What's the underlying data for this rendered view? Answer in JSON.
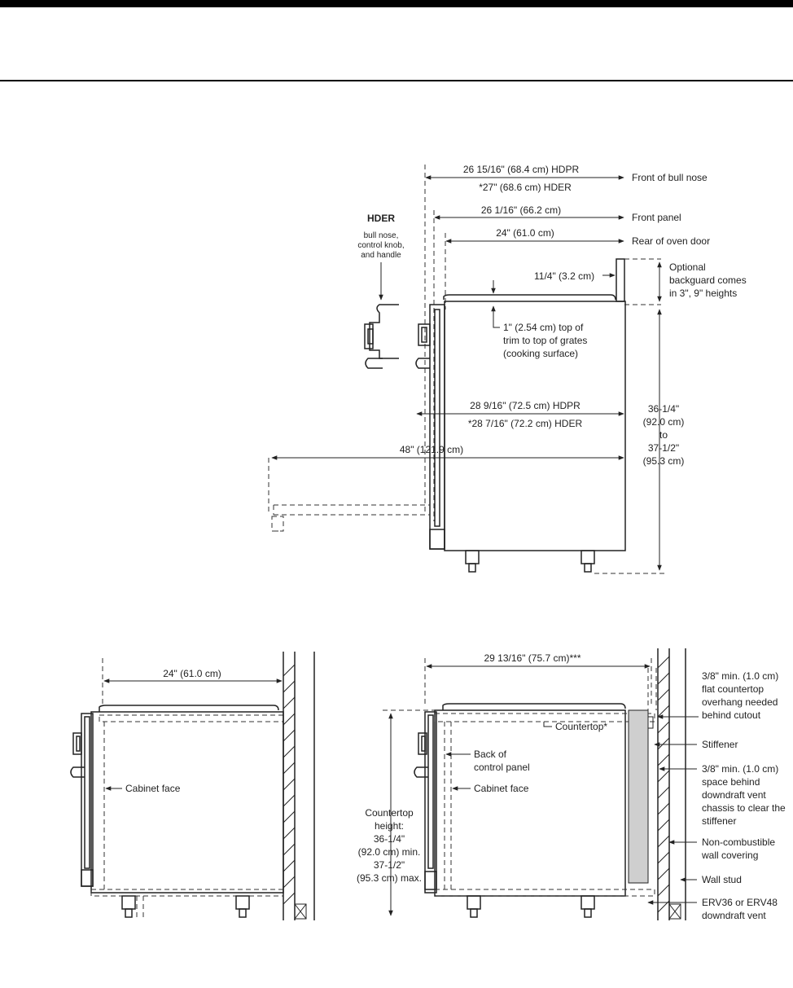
{
  "header": {},
  "top_view": {
    "hder_title": "HDER",
    "hder_lines": [
      "bull nose,",
      "control knob,",
      "and handle"
    ],
    "dim_hdpr_depth": "26 15/16\" (68.4 cm) HDPR",
    "dim_hder_depth": "*27\" (68.6 cm) HDER",
    "label_front_bull_nose": "Front of bull nose",
    "dim_front_panel": "26 1/16\" (66.2 cm)",
    "label_front_panel": "Front panel",
    "dim_oven_door": "24\" (61.0 cm)",
    "label_rear_oven_door": "Rear of oven door",
    "dim_backguard": "11/4\" (3.2 cm)",
    "backguard_lines": [
      "Optional",
      "backguard comes",
      "in 3\", 9\" heights"
    ],
    "trim_lines": [
      "1\" (2.54 cm) top of",
      "trim to top of grates",
      "(cooking surface)"
    ],
    "dim_hdpr_open": "28 9/16\" (72.5 cm) HDPR",
    "dim_hder_open": "*28 7/16\" (72.2 cm) HDER",
    "dim_door_open": "48\" (121.9 cm)",
    "height_lines": [
      "36-1/4\"",
      "(92.0 cm)",
      "to",
      "37-1/2\"",
      "(95.3 cm)"
    ]
  },
  "left_view": {
    "dim_depth": "24\" (61.0 cm)",
    "label_cabinet_face": "Cabinet face"
  },
  "right_view": {
    "dim_depth": "29 13/16\" (75.7 cm)***",
    "label_countertop": "Countertop*",
    "back_panel_lines": [
      "Back of",
      "control panel"
    ],
    "label_cabinet_face": "Cabinet face",
    "countertop_height_lines": [
      "Countertop",
      "height:",
      "36-1/4\"",
      "(92.0 cm) min.",
      "37-1/2\"",
      "(95.3 cm) max."
    ],
    "overhang_lines": [
      "3/8\" min. (1.0 cm)",
      "flat countertop",
      "overhang needed",
      "behind cutout"
    ],
    "label_stiffener": "Stiffener",
    "space_lines": [
      "3/8\" min. (1.0 cm)",
      "space behind",
      "downdraft vent",
      "chassis to clear the",
      "stiffener"
    ],
    "wall_lines": [
      "Non-combustible",
      "wall covering"
    ],
    "label_wall_stud": "Wall stud",
    "vent_lines": [
      "ERV36 or ERV48",
      "downdraft vent"
    ]
  }
}
